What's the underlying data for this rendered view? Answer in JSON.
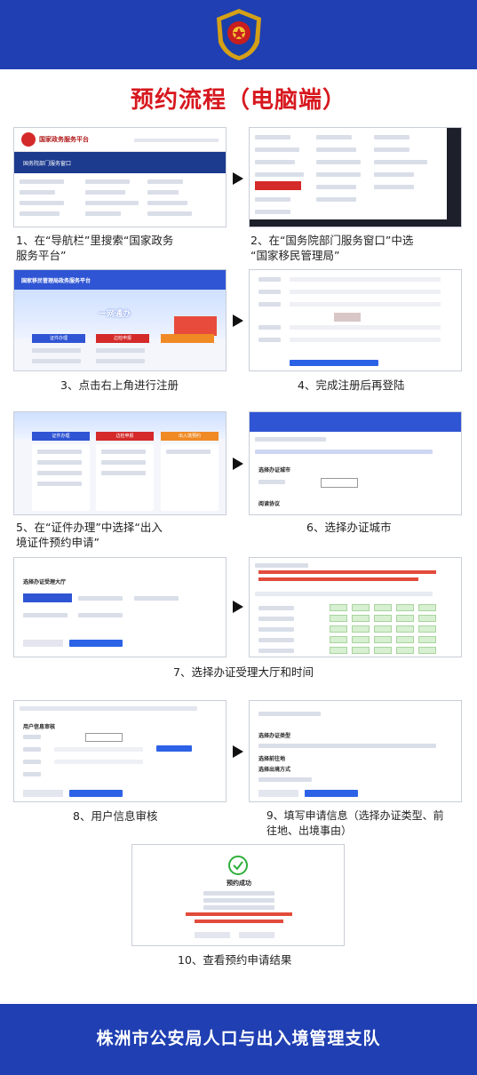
{
  "page": {
    "title": "预约流程（电脑端）",
    "footer": "株洲市公安局人口与出入境管理支队"
  },
  "steps": [
    {
      "caption_line1": "1、在“导航栏”里搜索“国家政务",
      "caption_line2": "服务平台”"
    },
    {
      "caption_line1": "2、在“国务院部门服务窗口”中选",
      "caption_line2": "“国家移民管理局”"
    },
    {
      "caption_line1": "3、点击右上角进行注册",
      "caption_line2": ""
    },
    {
      "caption_line1": "4、完成注册后再登陆",
      "caption_line2": ""
    },
    {
      "caption_line1": "5、在“证件办理”中选择“出入",
      "caption_line2": "境证件预约申请”"
    },
    {
      "caption_line1": "6、选择办证城市",
      "caption_line2": ""
    },
    {
      "caption_line1": "7、选择办证受理大厅和时间",
      "caption_line2": ""
    },
    {
      "caption_line1": "8、用户信息审核",
      "caption_line2": ""
    },
    {
      "caption_line1": "9、填写申请信息（选择办证类型、前",
      "caption_line2": "往地、出境事由）"
    },
    {
      "caption_line1": "10、查看预约申请结果",
      "caption_line2": ""
    }
  ],
  "screens": {
    "s1": {
      "portal_title": "国家政务服务平台",
      "section_title": "国务院部门服务窗口"
    },
    "s3": {
      "platform_title": "国家移民管理局政务服务平台",
      "hero_text": "一网通办",
      "tab1": "证件办理",
      "tab2": "边检申报"
    },
    "s5": {
      "tab1": "证件办理",
      "tab2": "边检申报",
      "tab3": "出入境预约"
    },
    "s6": {
      "section1": "选择办证城市",
      "section2": "阅读协议"
    },
    "s7": {
      "section": "选择办证受理大厅"
    },
    "s8": {
      "section": "用户信息审核"
    },
    "s9": {
      "section1": "选择办证类型",
      "section2": "选择前往地",
      "section3": "选择出境方式"
    },
    "s10": {
      "result_title": "预约成功"
    }
  },
  "colors": {
    "brand_blue": "#1f3fb2",
    "title_red": "#d7181f",
    "success_green": "#2eae3a"
  },
  "icons": {
    "emblem": "police-emblem-icon",
    "arrow": "arrow-right-icon",
    "success": "check-circle-icon"
  }
}
